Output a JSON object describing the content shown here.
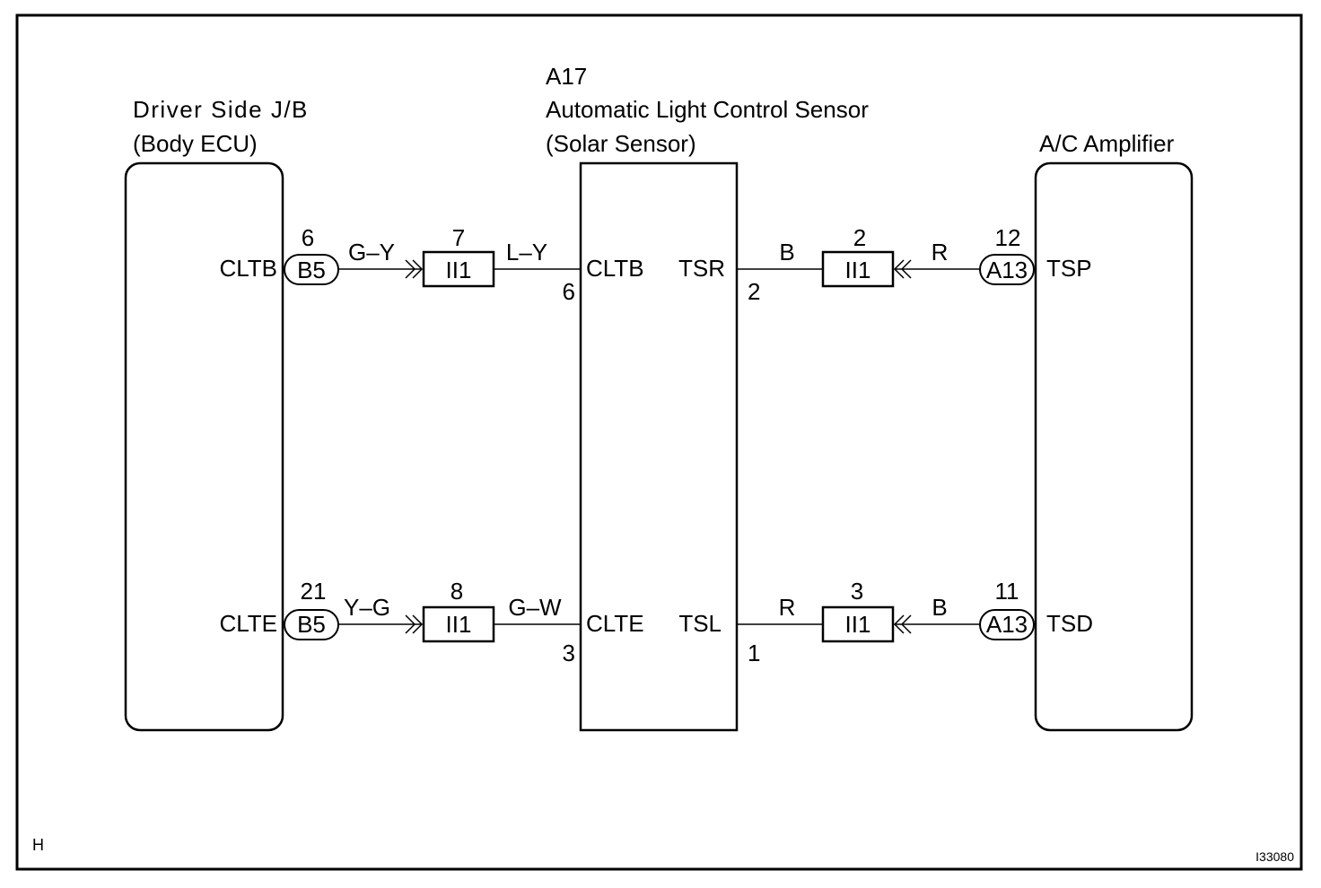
{
  "components": {
    "driver_jb": {
      "title_line1": "Driver Side J/B",
      "title_line2": "(Body ECU)",
      "pin_top": "CLTB",
      "pin_bottom": "CLTE"
    },
    "sensor": {
      "code": "A17",
      "title_line1": "Automatic Light Control Sensor",
      "title_line2": "(Solar Sensor)",
      "pin_left_top": "CLTB",
      "pin_left_bottom": "CLTE",
      "pin_right_top": "TSR",
      "pin_right_bottom": "TSL",
      "pinnum_left_top": "6",
      "pinnum_left_bottom": "3",
      "pinnum_right_top": "2",
      "pinnum_right_bottom": "1"
    },
    "ac_amp": {
      "title": "A/C Amplifier",
      "pin_top": "TSP",
      "pin_bottom": "TSD"
    }
  },
  "connectors": {
    "b5_top": {
      "label": "B5",
      "pin": "6"
    },
    "b5_bottom": {
      "label": "B5",
      "pin": "21"
    },
    "ii1_tl": {
      "label": "II1",
      "pin": "7"
    },
    "ii1_bl": {
      "label": "II1",
      "pin": "8"
    },
    "ii1_tr": {
      "label": "II1",
      "pin": "2"
    },
    "ii1_br": {
      "label": "II1",
      "pin": "3"
    },
    "a13_top": {
      "label": "A13",
      "pin": "12"
    },
    "a13_bottom": {
      "label": "A13",
      "pin": "11"
    }
  },
  "wires": {
    "top_left_1": "G–Y",
    "top_left_2": "L–Y",
    "top_right_1": "B",
    "top_right_2": "R",
    "bottom_left_1": "Y–G",
    "bottom_left_2": "G–W",
    "bottom_right_1": "R",
    "bottom_right_2": "B"
  },
  "corner_label": "H",
  "figure_id": "I33080"
}
